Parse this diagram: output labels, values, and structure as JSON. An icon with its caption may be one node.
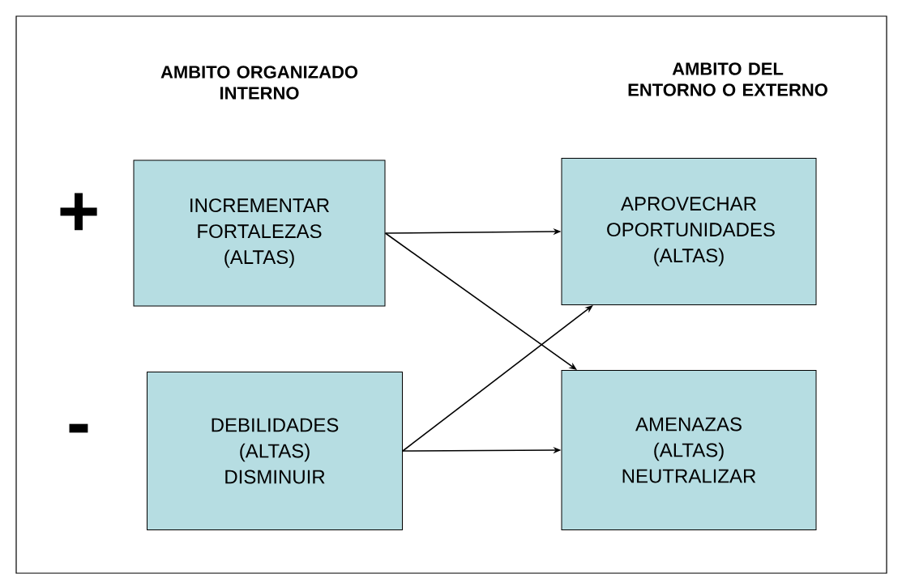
{
  "diagram": {
    "nodes": [
      {
        "text": [
          "INCREMENTAR FORTALEZAS (ALTAS)"
        ]
      },
      {
        "text": [
          "APROVECHAR OPORTUNIDADES (ALTAS)"
        ]
      },
      {
        "text": [
          "DEBILIDADES (ALTAS) DISMINUIR"
        ]
      },
      {
        "text": [
          "AMENAZAS (ALTAS) NEUTRALIZAR"
        ]
      }
    ],
    "edges": [
      {
        "from": 0,
        "to": 1,
        "arrow": "to"
      },
      {
        "from": 0,
        "to": 3,
        "arrow": "to"
      },
      {
        "from": 2,
        "to": 1,
        "arrow": "to"
      },
      {
        "from": 2,
        "to": 3,
        "arrow": "to"
      }
    ],
    "labels": [
      "AMBITO ORGANIZADO INTERNO",
      "AMBITO DEL ENTORNO O EXTERNO",
      "+",
      "-"
    ]
  }
}
